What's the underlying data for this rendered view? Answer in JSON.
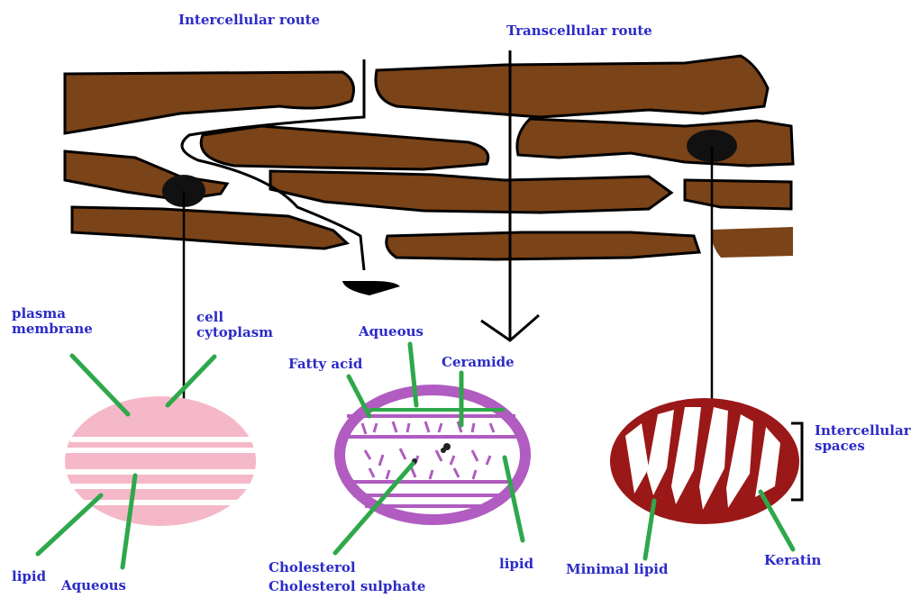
{
  "title_labels": {
    "intercellular_route": "Intercellular route",
    "transcellular_route": "Transcellular route"
  },
  "left_cell": {
    "plasma_membrane": [
      "plasma",
      "membrane"
    ],
    "cell_cytoplasm": [
      "cell",
      "cytoplasm"
    ],
    "lipid": "lipid",
    "aqueous": "Aqueous"
  },
  "middle_cell": {
    "aqueous": "Aqueous",
    "fatty_acid": "Fatty acid",
    "ceramide": "Ceramide",
    "cholesterol": "Cholesterol",
    "cholesterol_sulphate": "Cholesterol sulphate",
    "lipid": "lipid"
  },
  "right_cell": {
    "intercellular_spaces": [
      "Intercellular",
      "spaces"
    ],
    "minimal_lipid": "Minimal lipid",
    "keratin": "Keratin"
  },
  "colors": {
    "corneocyte": "#7a4318",
    "outline": "#000000",
    "label_text": "#2b2bc8",
    "pointer_green": "#2ea84a",
    "left_cell_pink": "#f5b8c8",
    "middle_cell_purple": "#b05cc0",
    "right_cell_maroon": "#9a1818"
  }
}
